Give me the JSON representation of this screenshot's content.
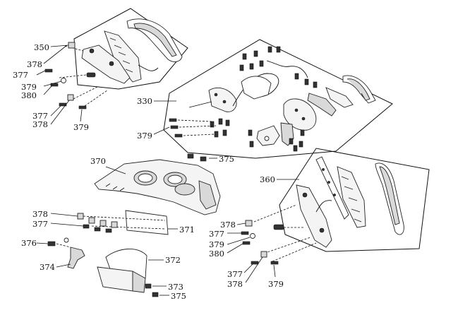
{
  "groups": {
    "g350": {
      "label": "350",
      "s378": "378",
      "s377": "377",
      "s379": "379",
      "s380": "380",
      "s377b": "377",
      "s378b": "378",
      "s379b": "379"
    },
    "g330": {
      "label": "330",
      "s379": "379"
    },
    "g370": {
      "label": "370",
      "s375": "375"
    },
    "g360": {
      "label": "360",
      "s378": "378",
      "s377": "377",
      "s379": "379",
      "s380": "380",
      "s377b": "377",
      "s378b": "378",
      "s379b": "379"
    },
    "g371": {
      "label": "371",
      "s378": "378",
      "s377": "377"
    },
    "g374": {
      "label": "374",
      "s376": "376"
    },
    "g372": {
      "label": "372",
      "s373": "373",
      "s375": "375"
    }
  }
}
